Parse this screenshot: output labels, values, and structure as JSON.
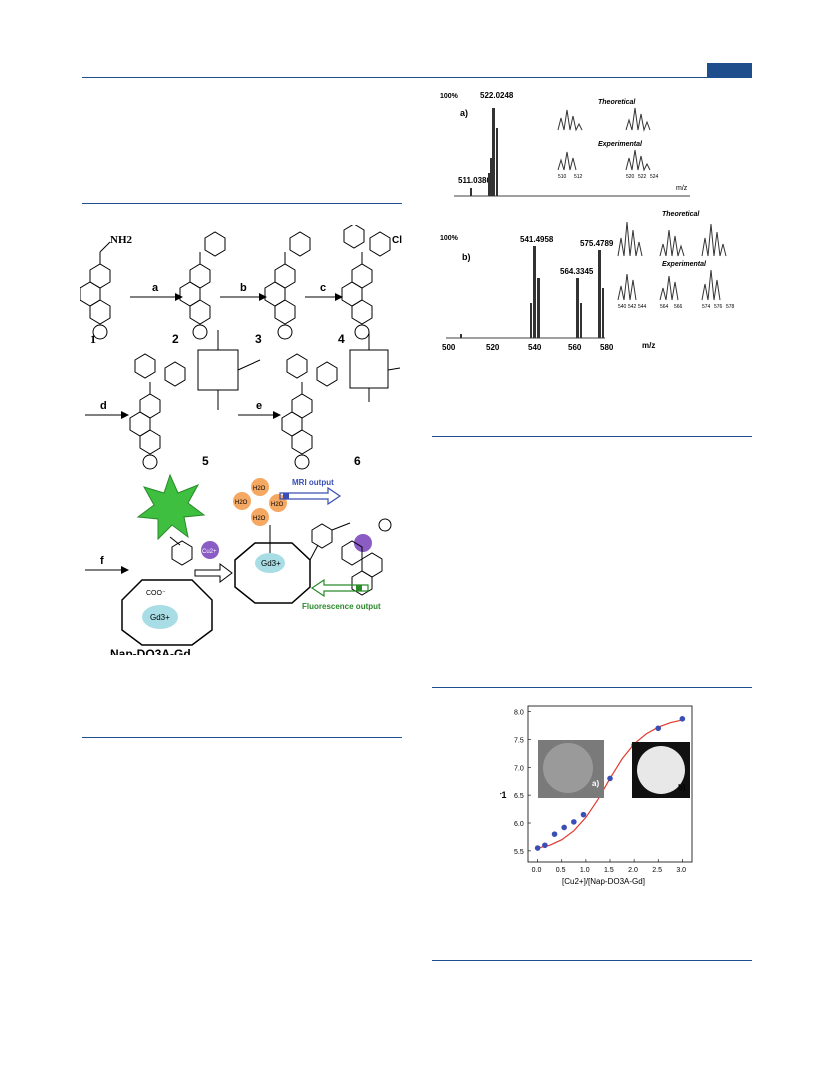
{
  "scheme": {
    "compound_numbers": [
      "1",
      "2",
      "3",
      "4",
      "5",
      "6"
    ],
    "step_labels": [
      "a",
      "b",
      "c",
      "d",
      "e",
      "f"
    ],
    "substituent_nh2": "NH2",
    "substituent_cl": "Cl",
    "complex_name": "Nap-DO3A-Gd",
    "mri_output": "MRI output",
    "fluorescence_output": "Fluorescence output",
    "water_label": "H2O",
    "cu_label": "Cu2+",
    "gd_label": "Gd3+",
    "coo_label": "COO⁻"
  },
  "ms_a": {
    "panel": "a)",
    "header": "100%",
    "peak_main": "522.0248",
    "peak_minor": "511.0380",
    "axis": "m/z",
    "theoretical": "Theoretical",
    "experimental": "Experimental",
    "inset_ticks": [
      "510",
      "512",
      "520",
      "522",
      "524"
    ]
  },
  "ms_b": {
    "panel": "b)",
    "header": "100%",
    "peaks": [
      "541.4958",
      "564.3345",
      "575.4789"
    ],
    "axis": "m/z",
    "ticks": [
      "500",
      "520",
      "540",
      "560",
      "580"
    ],
    "theoretical": "Theoretical",
    "experimental": "Experimental",
    "inset_ticks": [
      "540",
      "542",
      "544",
      "564",
      "566",
      "574",
      "576",
      "578"
    ]
  },
  "chart_data": {
    "type": "scatter",
    "xlabel": "[Cu2+]/[Nap-DO3A-Gd]",
    "ylabel": "r1",
    "xlim": [
      -0.2,
      3.2
    ],
    "ylim": [
      5.3,
      8.1
    ],
    "x_ticks": [
      "0.0",
      "0.5",
      "1.0",
      "1.5",
      "2.0",
      "2.5",
      "3.0"
    ],
    "y_ticks": [
      "5.5",
      "6.0",
      "6.5",
      "7.0",
      "7.5",
      "8.0"
    ],
    "series": [
      {
        "x": [
          0.0,
          0.15,
          0.35,
          0.55,
          0.75,
          0.95,
          1.5,
          2.0,
          2.5,
          3.0
        ],
        "y": [
          5.55,
          5.6,
          5.8,
          5.92,
          6.02,
          6.15,
          6.8,
          7.4,
          7.7,
          7.87
        ]
      }
    ],
    "fit_curve": {
      "x": [
        0,
        0.25,
        0.5,
        0.75,
        1.0,
        1.25,
        1.5,
        1.75,
        2.0,
        2.25,
        2.5,
        2.75,
        3.0
      ],
      "y": [
        5.55,
        5.6,
        5.7,
        5.86,
        6.1,
        6.42,
        6.8,
        7.15,
        7.42,
        7.6,
        7.72,
        7.8,
        7.85
      ]
    },
    "inset_labels": [
      "a)",
      "b)"
    ],
    "colors": {
      "points": "#3a4fb5",
      "fit": "#e03a2e"
    }
  }
}
